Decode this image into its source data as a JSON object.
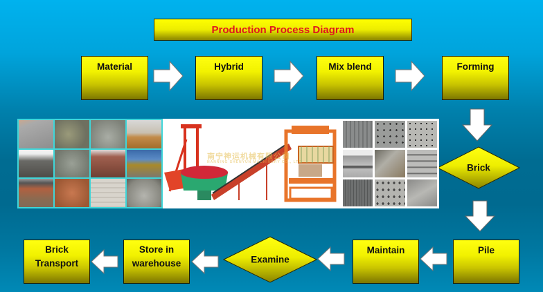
{
  "title": "Production Process Diagram",
  "colors": {
    "background_top": "#00b2ee",
    "background_mid": "#006a90",
    "box_yellow": "#f2f200",
    "box_dark": "#7c7600",
    "title_text": "#e0141e",
    "arrow_fill": "#ffffff",
    "material_grid_border": "#3fd6d9"
  },
  "top_row": [
    {
      "label": "Material"
    },
    {
      "label": "Hybrid"
    },
    {
      "label": "Mix blend"
    },
    {
      "label": "Forming"
    }
  ],
  "decision_brick": {
    "label": "Brick"
  },
  "right_column": [
    {
      "label": "Pile"
    }
  ],
  "bottom_row": [
    {
      "label": "Maintain"
    },
    {
      "label": "Examine"
    },
    {
      "label_line1": "Store in",
      "label_line2": "warehouse"
    },
    {
      "label_line1": "Brick",
      "label_line2": "Transport"
    }
  ],
  "images": {
    "materials": {
      "description": "raw materials photo grid",
      "cells": [
        "sand",
        "gravel",
        "crushed stone",
        "sand pile with conveyor",
        "rock hill",
        "stone dust",
        "red soil",
        "crusher machine",
        "brick clay",
        "red clay lumps",
        "cement bags",
        "cement pile"
      ]
    },
    "machine": {
      "description": "block making machine with mixer and conveyor",
      "watermark_line1": "南宁神运机械有限公司",
      "watermark_line2": "NANNING SHENYUN MACHINERY CO., LTD"
    },
    "bricks": {
      "description": "finished hollow concrete blocks photo grid",
      "cells": [
        "hollow blocks stack",
        "blocks on pallet",
        "round-hole blocks",
        "hollow block close-up",
        "block stack",
        "block pallet",
        "paver blocks",
        "hollow blocks row",
        "strapped blocks"
      ]
    }
  }
}
